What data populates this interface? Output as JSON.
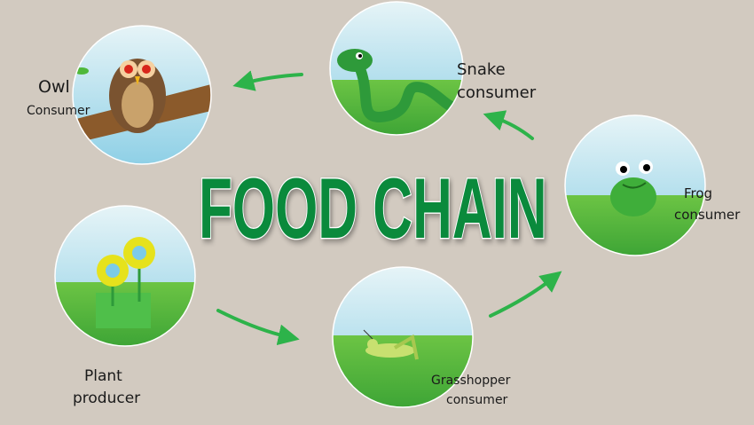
{
  "title": "FOOD CHAIN",
  "colors": {
    "background": "#d2cac0",
    "title": "#0a8a3c",
    "arrow": "#2db34a",
    "grass": "#4fb83a",
    "sky": "#a8dcea"
  },
  "nodes": {
    "owl": {
      "name": "Owl",
      "role": "Consumer"
    },
    "snake": {
      "name": "Snake",
      "role": "consumer"
    },
    "frog": {
      "name": "Frog",
      "role": "consumer"
    },
    "grasshopper": {
      "name": "Grasshopper",
      "role": "consumer"
    },
    "plant": {
      "name": "Plant",
      "role": "producer"
    }
  },
  "flow": [
    "plant",
    "grasshopper",
    "frog",
    "snake",
    "owl"
  ]
}
